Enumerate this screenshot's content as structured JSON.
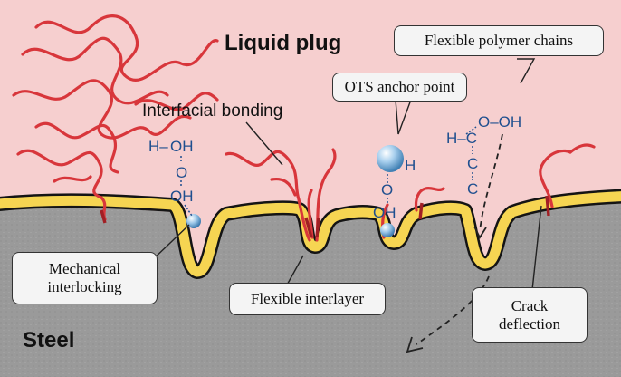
{
  "labels": {
    "liquid_plug": "Liquid plug",
    "steel": "Steel",
    "interfacial_bonding": "Interfacial bonding",
    "ots_anchor_point": "OTS anchor point",
    "flexible_polymer_chains": "Flexible polymer chains",
    "mechanical_interlocking_line1": "Mechanical",
    "mechanical_interlocking_line2": "interlocking",
    "flexible_interlayer": "Flexible interlayer",
    "crack_deflection_line1": "Crack",
    "crack_deflection_line2": "deflection"
  },
  "chemistry": {
    "left_group": [
      "H–",
      "OH",
      "O",
      "OH"
    ],
    "middle_group": [
      "H",
      "O",
      "OH"
    ],
    "right_group": [
      "H–C",
      "O–OH",
      "C",
      "C"
    ]
  },
  "colors": {
    "liquid_background": "#f6cfcf",
    "steel": "#9c9c9c",
    "interlayer_fill": "#f6d552",
    "interlayer_outline": "#141414",
    "polymer_chain": "#d8363b",
    "chem_text": "#1f4f8f",
    "anchor_sphere": "#8fc0e6",
    "callout_fill": "#f4f4f4"
  }
}
